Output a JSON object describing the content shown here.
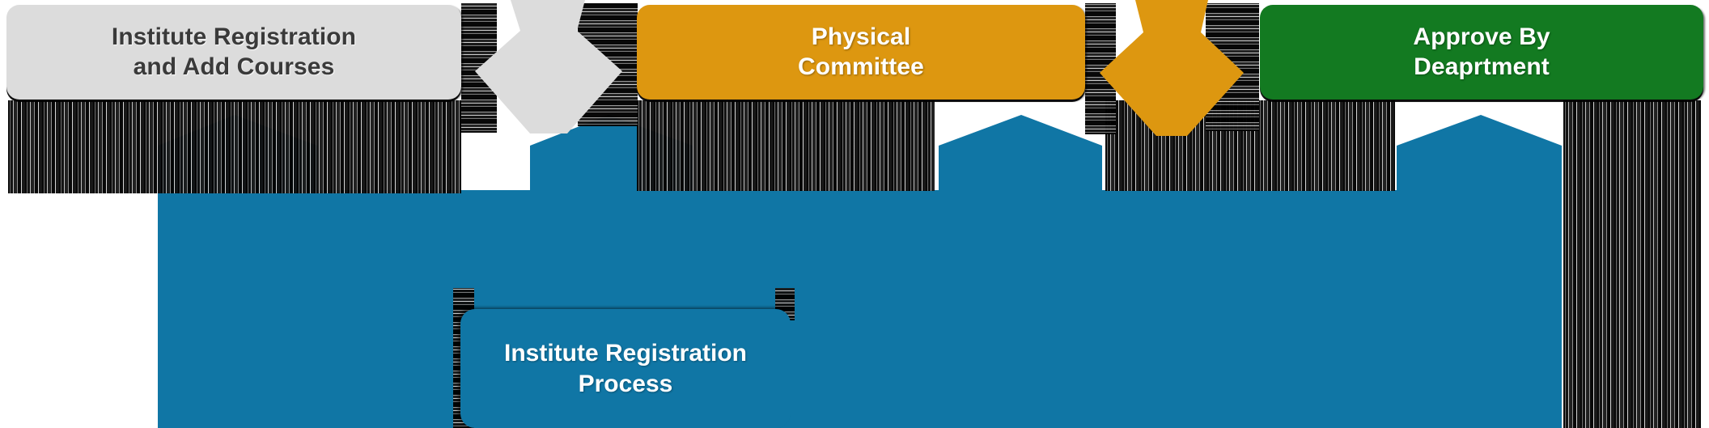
{
  "diagram": {
    "title": "Institute Registration Process",
    "type": "process-flow",
    "colors": {
      "stage_one": "#dcdcdc",
      "stage_two": "#dd9710",
      "stage_three": "#137a21",
      "process_band": "#1076a5",
      "stage_one_text": "#3a3a3a",
      "stage_text_light": "#ffffff"
    },
    "stages": [
      {
        "id": "stage-institute",
        "label": "Institute Registration\nand Add Courses",
        "line1": "Institute Registration",
        "line2": "and Add Courses",
        "color": "#dcdcdc"
      },
      {
        "id": "stage-physical",
        "label": "Physical\nCommittee",
        "line1": "Physical",
        "line2": "Committee",
        "color": "#dd9710"
      },
      {
        "id": "stage-approve",
        "label": "Approve By\nDeaprtment",
        "line1": "Approve By",
        "line2": "Deaprtment",
        "color": "#137a21"
      }
    ],
    "connectors": [
      {
        "id": "connector-one",
        "from": "stage-institute",
        "to": "stage-physical",
        "color": "#dcdcdc",
        "shape": "chevron-diamond"
      },
      {
        "id": "connector-two",
        "from": "stage-physical",
        "to": "stage-approve",
        "color": "#dd9710",
        "shape": "chevron-diamond"
      }
    ],
    "band": {
      "id": "process-band",
      "color": "#1076a5",
      "shape": "zigzag-peaks",
      "label_line1": "Institute Registration",
      "label_line2": "Process"
    }
  }
}
